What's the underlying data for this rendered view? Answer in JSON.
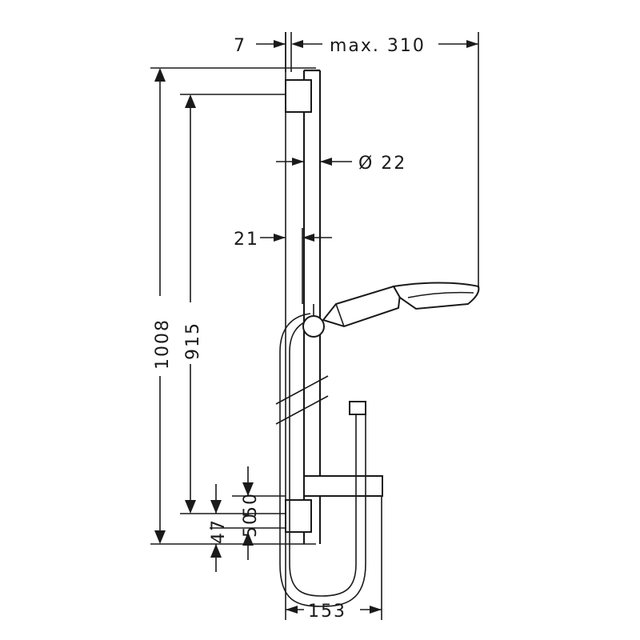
{
  "dimensions": {
    "offset": "7",
    "max_reach": "max. 310",
    "diameter": "Ø 22",
    "wall_gap": "21",
    "total_height": "1008",
    "bar_length": "915",
    "lower_a": "47",
    "lower_b": "50",
    "lower_c": "50",
    "width": "153"
  }
}
